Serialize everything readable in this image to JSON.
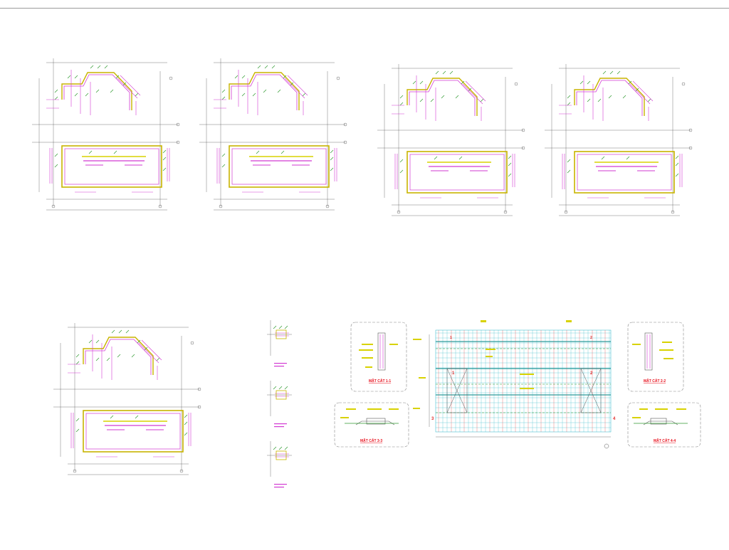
{
  "sections": [
    {
      "id": "s11",
      "title": "MẶT CẮT 1-1"
    },
    {
      "id": "s22",
      "title": "MẶT CẮT 2-2"
    },
    {
      "id": "s33",
      "title": "MẶT CẮT 3-3"
    },
    {
      "id": "s44",
      "title": "MẶT CẮT 4-4"
    }
  ],
  "grid_markers": [
    "1",
    "2",
    "3",
    "4"
  ],
  "colors": {
    "dimension": "#4a4a4a",
    "rebar_green": "#2f9a2f",
    "rebar_magenta": "#d23ad2",
    "rebar_yellow": "#d8d200",
    "rebar_red": "#e22b2b",
    "grid_cyan": "#26b3c8",
    "section_title": "#e8101c",
    "background": "#ffffff"
  }
}
